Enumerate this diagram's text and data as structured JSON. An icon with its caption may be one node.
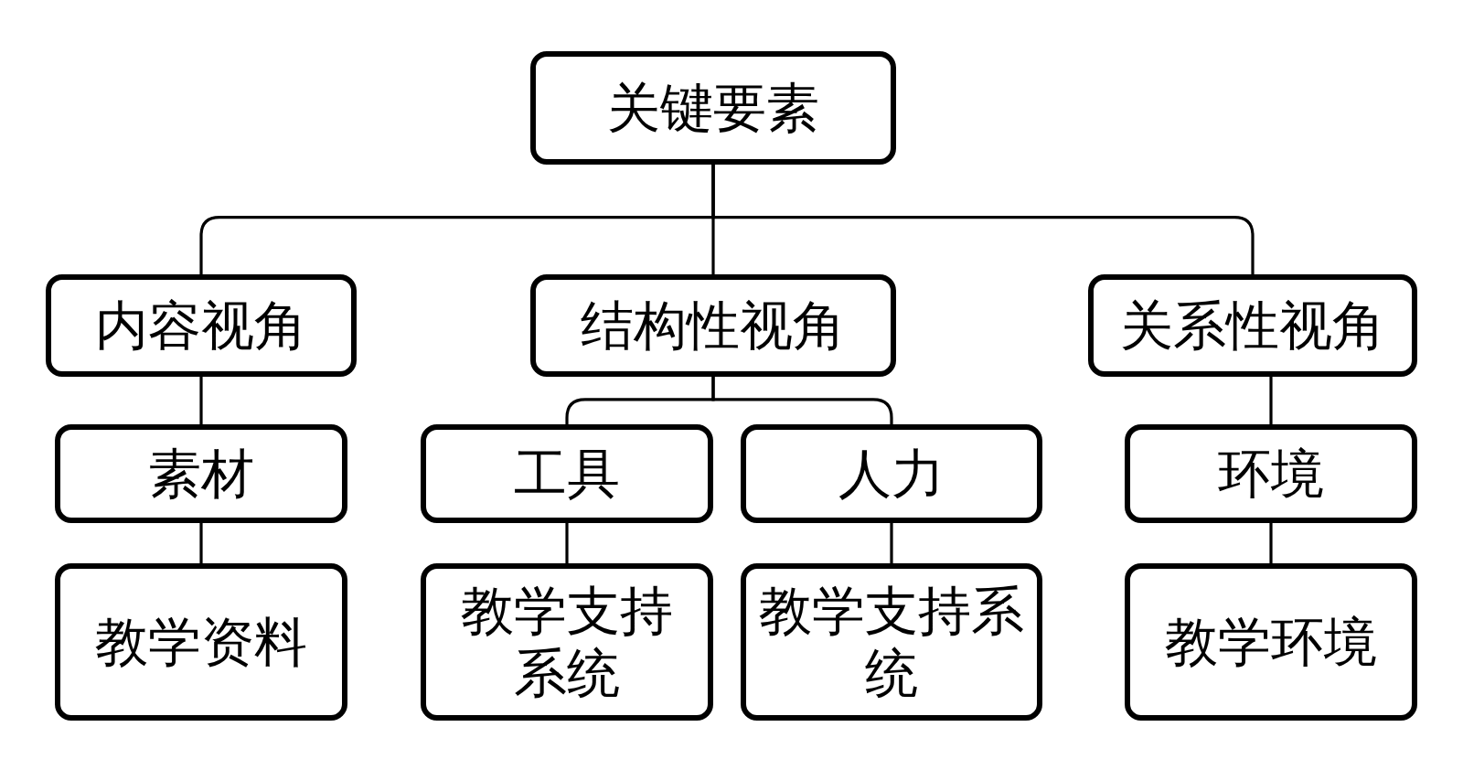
{
  "diagram": {
    "nodes": [
      {
        "text": [
          "关键要素"
        ]
      },
      {
        "text": [
          "内容视角"
        ]
      },
      {
        "text": [
          "结构性视角"
        ]
      },
      {
        "text": [
          "关系性视角"
        ]
      },
      {
        "text": [
          "素材"
        ]
      },
      {
        "text": [
          "工具"
        ]
      },
      {
        "text": [
          "人力"
        ]
      },
      {
        "text": [
          "环境"
        ]
      },
      {
        "text": [
          "教学资料"
        ]
      },
      {
        "text": [
          "教学支持系统"
        ]
      },
      {
        "text": [
          "教学支持系统"
        ]
      },
      {
        "text": [
          "教学环境"
        ]
      }
    ],
    "edges": [
      {
        "from": 0,
        "to": 1,
        "arrow": "none"
      },
      {
        "from": 0,
        "to": 2,
        "arrow": "none"
      },
      {
        "from": 0,
        "to": 3,
        "arrow": "none"
      },
      {
        "from": 1,
        "to": 4,
        "arrow": "none"
      },
      {
        "from": 2,
        "to": 5,
        "arrow": "none"
      },
      {
        "from": 2,
        "to": 6,
        "arrow": "none"
      },
      {
        "from": 3,
        "to": 7,
        "arrow": "none"
      },
      {
        "from": 4,
        "to": 8,
        "arrow": "none"
      },
      {
        "from": 5,
        "to": 9,
        "arrow": "none"
      },
      {
        "from": 6,
        "to": 10,
        "arrow": "none"
      },
      {
        "from": 7,
        "to": 11,
        "arrow": "none"
      }
    ]
  }
}
